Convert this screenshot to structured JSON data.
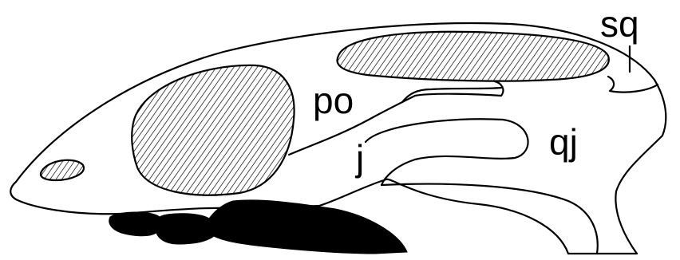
{
  "diagram": {
    "labels": {
      "sq": "sq",
      "po": "po",
      "qj": "qj",
      "j": "j"
    },
    "colors": {
      "ink": "#000000",
      "paper": "#ffffff"
    },
    "fill_pattern": "diagonal-hatch"
  }
}
